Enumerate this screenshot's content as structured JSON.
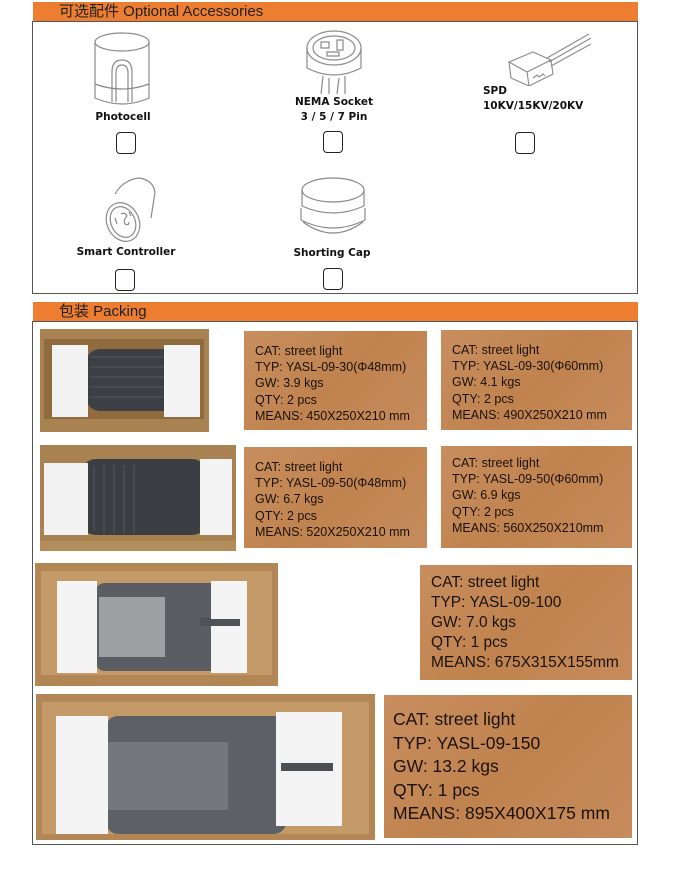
{
  "accessories_section": {
    "header": "可选配件 Optional Accessories",
    "items": [
      {
        "name": "Photocell",
        "label_lines": [
          "Photocell"
        ],
        "icon": "photocell-icon",
        "checked": false
      },
      {
        "name": "NEMA Socket",
        "label_lines": [
          "NEMA Socket",
          "3 / 5 / 7 Pin"
        ],
        "icon": "nema-socket-icon",
        "checked": false
      },
      {
        "name": "SPD",
        "label_lines": [
          "SPD",
          "10KV/15KV/20KV"
        ],
        "icon": "spd-icon",
        "checked": false
      },
      {
        "name": "Smart Controller",
        "label_lines": [
          "Smart  Controller"
        ],
        "icon": "smart-controller-icon",
        "checked": false
      },
      {
        "name": "Shorting Cap",
        "label_lines": [
          "Shorting Cap"
        ],
        "icon": "shorting-cap-icon",
        "checked": false
      }
    ]
  },
  "packing_section": {
    "header": "包装 Packing",
    "labels": [
      {
        "cat": "CAT: street light",
        "typ": "TYP: YASL-09-30(Φ48mm)",
        "gw": "GW: 3.9 kgs",
        "qty": "QTY: 2 pcs",
        "means": "MEANS: 450X250X210 mm"
      },
      {
        "cat": "CAT: street light",
        "typ": "TYP: YASL-09-30(Φ60mm)",
        "gw": "GW: 4.1 kgs",
        "qty": "QTY: 2 pcs",
        "means": "MEANS: 490X250X210 mm"
      },
      {
        "cat": "CAT: street light",
        "typ": "TYP: YASL-09-50(Φ48mm)",
        "gw": "GW: 6.7 kgs",
        "qty": "QTY: 2 pcs",
        "means": "MEANS: 520X250X210 mm"
      },
      {
        "cat": "CAT: street light",
        "typ": "TYP: YASL-09-50(Φ60mm)",
        "gw": "GW: 6.9 kgs",
        "qty": "QTY: 2 pcs",
        "means": "MEANS: 560X250X210mm"
      },
      {
        "cat": "CAT: street light",
        "typ": "TYP: YASL-09-100",
        "gw": "GW: 7.0 kgs",
        "qty": "QTY: 1 pcs",
        "means": "MEANS: 675X315X155mm"
      },
      {
        "cat": "CAT: street light",
        "typ": "TYP: YASL-09-150",
        "gw": "GW: 13.2 kgs",
        "qty": "QTY: 1 pcs",
        "means": "MEANS: 895X400X175 mm"
      }
    ],
    "photos": [
      {
        "alt": "boxed street light YASL-09-30"
      },
      {
        "alt": "boxed street light YASL-09-50"
      },
      {
        "alt": "boxed street light YASL-09-100"
      },
      {
        "alt": "boxed street light YASL-09-150"
      }
    ]
  },
  "colors": {
    "header_orange": "#ec7d31",
    "label_kraft": "#c5885a",
    "border": "#555555"
  }
}
